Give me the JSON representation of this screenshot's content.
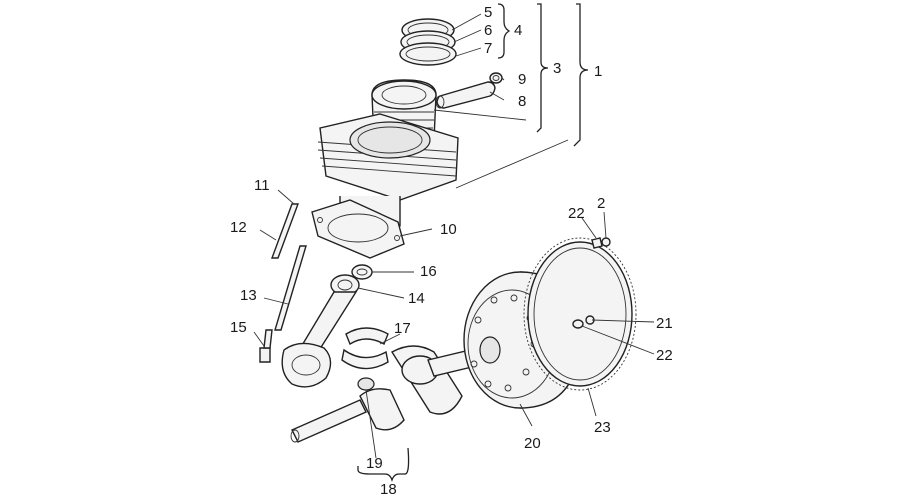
{
  "labels": {
    "l1": "1",
    "l2": "2",
    "l3": "3",
    "l4": "4",
    "l5": "5",
    "l6": "6",
    "l7": "7",
    "l8": "8",
    "l9": "9",
    "l10": "10",
    "l11": "11",
    "l12": "12",
    "l13": "13",
    "l14": "14",
    "l15": "15",
    "l16": "16",
    "l17": "17",
    "l18": "18",
    "l19": "19",
    "l20": "20",
    "l21": "21",
    "l22a": "22",
    "l22b": "22",
    "l23": "23"
  }
}
